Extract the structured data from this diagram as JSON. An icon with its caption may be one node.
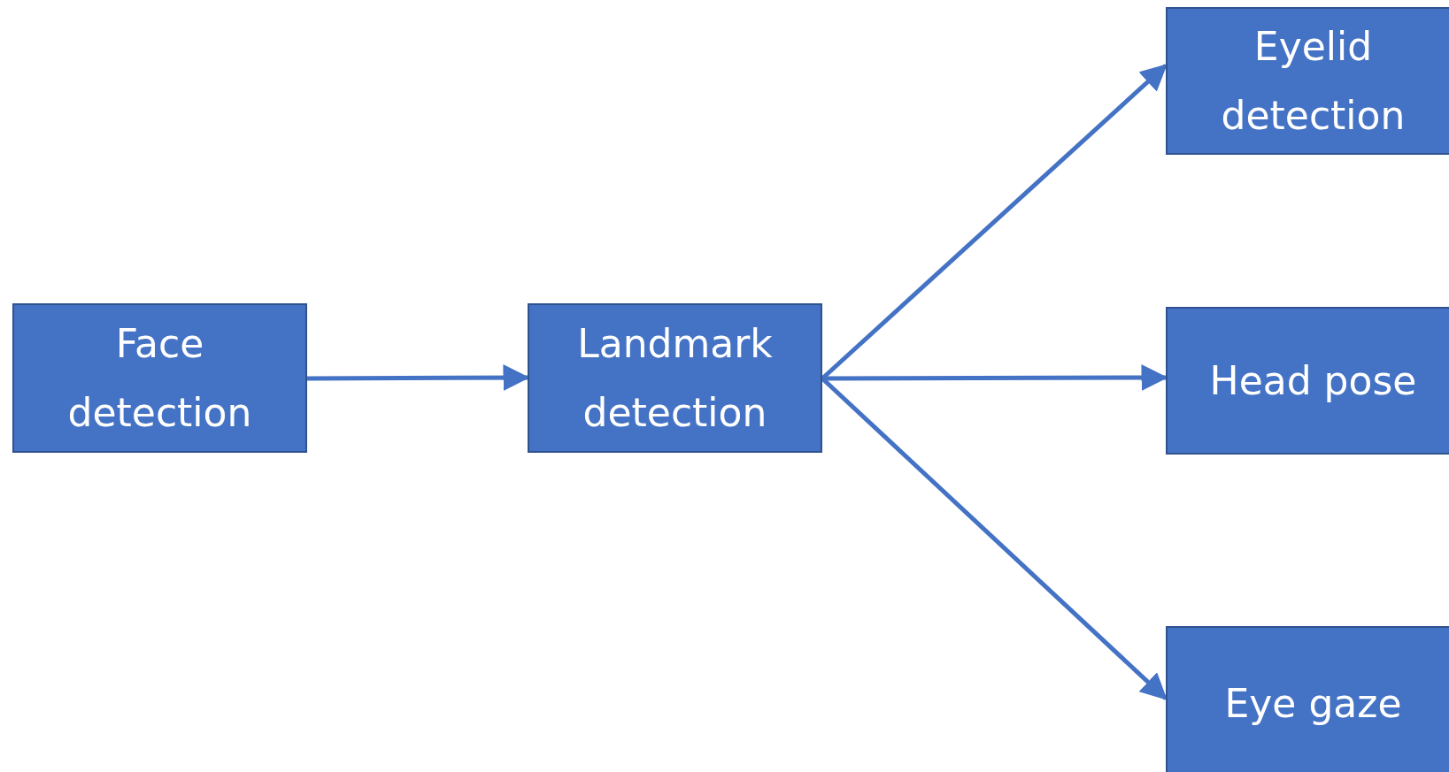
{
  "diagram": {
    "nodes": [
      {
        "text": [
          "Face detection"
        ]
      },
      {
        "text": [
          "Landmark detection"
        ]
      },
      {
        "text": [
          "Eyelid detection"
        ]
      },
      {
        "text": [
          "Head pose"
        ]
      },
      {
        "text": [
          "Eye gaze"
        ]
      }
    ],
    "edges": [
      {
        "from": 0,
        "to": 1,
        "arrow": "to"
      },
      {
        "from": 1,
        "to": 2,
        "arrow": "to"
      },
      {
        "from": 1,
        "to": 3,
        "arrow": "to"
      },
      {
        "from": 1,
        "to": 4,
        "arrow": "to"
      }
    ]
  }
}
